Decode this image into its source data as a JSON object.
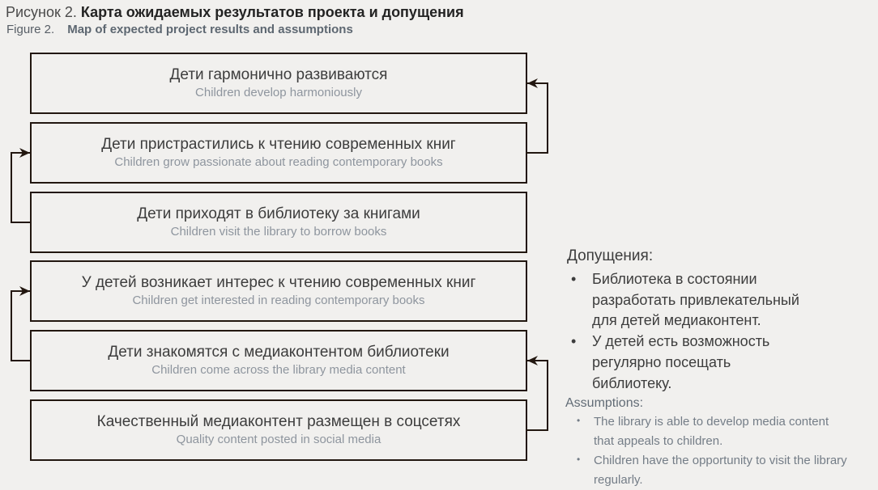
{
  "title": {
    "ru_label": "Рисунок 2.",
    "ru_title": "Карта ожидаемых результатов проекта и допущения",
    "en_label": "Figure 2.",
    "en_title": "Map of expected project results and assumptions"
  },
  "palette": {
    "background": "#f1f0ee",
    "box_border": "#221710",
    "connector": "#221710",
    "text_dark": "#3d3d3d",
    "text_gray": "#8e959e",
    "title_dark": "#232323",
    "title_gray_blue": "#5d6771"
  },
  "diagram": {
    "boxes": [
      {
        "ru": "Дети гармонично развиваются",
        "en": "Children develop harmoniously"
      },
      {
        "ru": "Дети пристрастились к чтению современных книг",
        "en": "Children grow passionate about reading contemporary books"
      },
      {
        "ru": "Дети приходят в библиотеку за книгами",
        "en": "Children visit the library to borrow books"
      },
      {
        "ru": "У детей возникает интерес к чтению современных книг",
        "en": "Children get interested in reading contemporary books"
      },
      {
        "ru": "Дети знакомятся с медиаконтентом библиотеки",
        "en": "Children come across the library media content"
      },
      {
        "ru": "Качественный медиаконтент размещен в соцсетях",
        "en": "Quality content posted in social media"
      }
    ],
    "connections": [
      {
        "from": "box-2",
        "to": "box-1",
        "side": "right"
      },
      {
        "from": "box-3",
        "to": "box-2",
        "side": "left"
      },
      {
        "from": "box-5",
        "to": "box-4",
        "side": "left"
      },
      {
        "from": "box-6",
        "to": "box-5",
        "side": "right"
      }
    ]
  },
  "assumptions": {
    "ru_heading": "Допущения:",
    "ru_items": [
      "Библиотека в состоянии разработать привлекательный для детей медиаконтент.",
      "У детей есть возможность регулярно посещать библиотеку."
    ],
    "en_heading": "Assumptions:",
    "en_items": [
      "The library is able to develop media content that appeals to children.",
      "Children have the opportunity to visit the library regularly."
    ]
  }
}
